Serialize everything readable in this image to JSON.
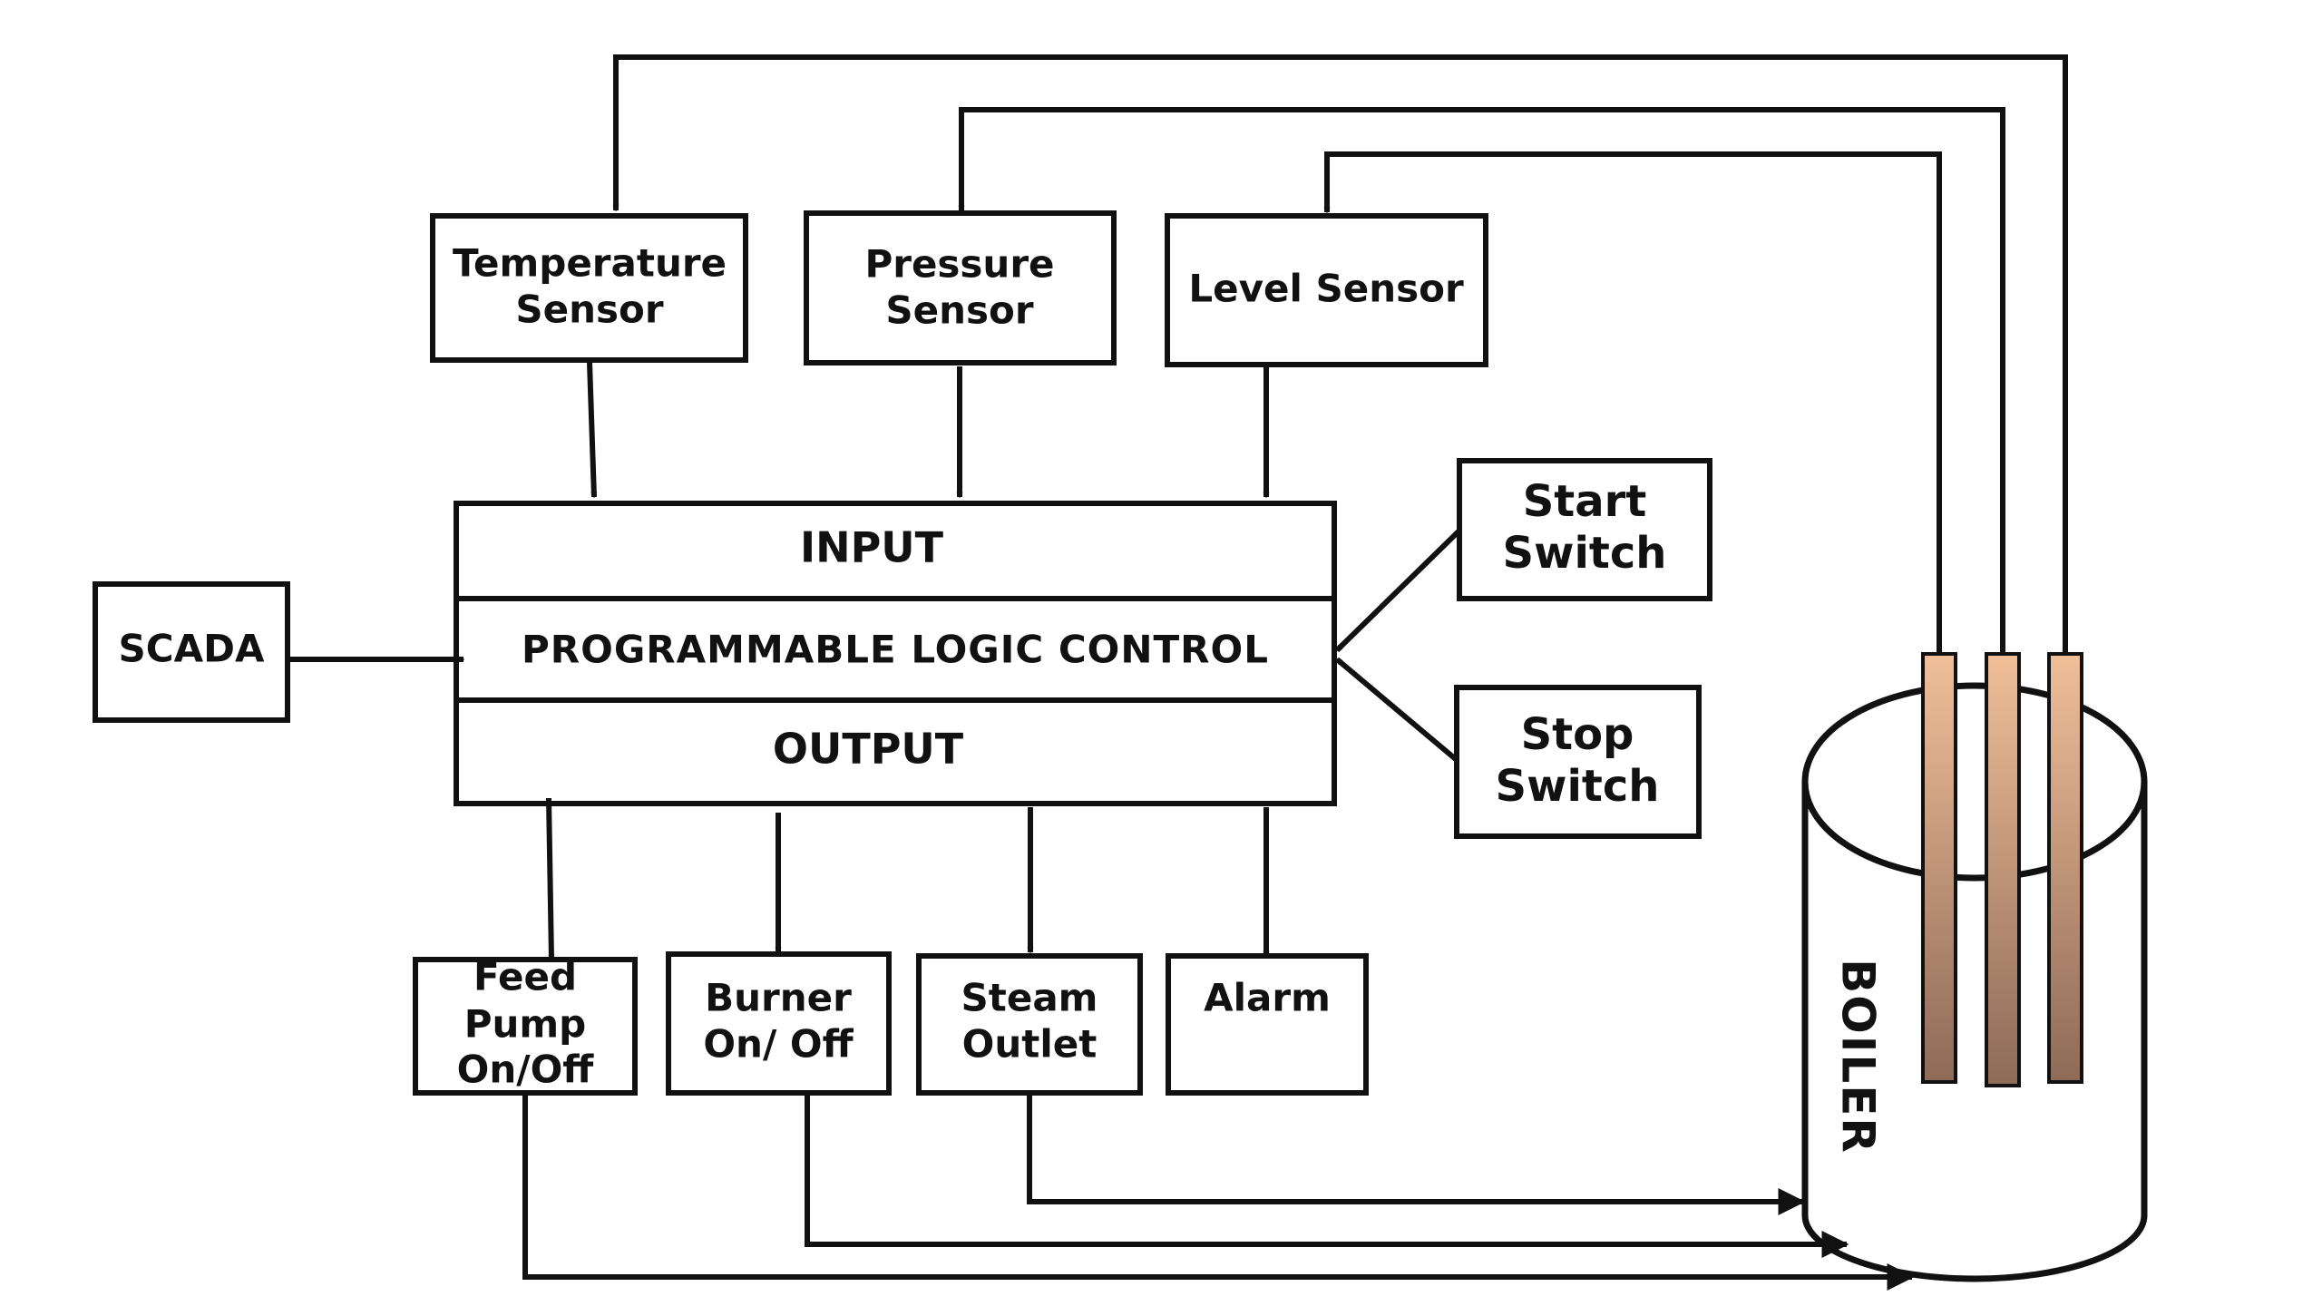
{
  "colors": {
    "line": "#111111",
    "background": "#ffffff",
    "probe_top": "#f0bf98",
    "probe_bottom": "#8e6a58"
  },
  "sensors": {
    "temperature": [
      "Temperature",
      "Sensor"
    ],
    "pressure": [
      "Pressure",
      "Sensor"
    ],
    "level": [
      "Level Sensor"
    ]
  },
  "plc": {
    "input": "INPUT",
    "title": "PROGRAMMABLE LOGIC CONTROL",
    "output": "OUTPUT"
  },
  "scada": "SCADA",
  "switches": {
    "start": [
      "Start",
      "Switch"
    ],
    "stop": [
      "Stop",
      "Switch"
    ]
  },
  "outputs": {
    "feed_pump": [
      "Feed",
      "Pump",
      "On/Off"
    ],
    "burner": [
      "Burner",
      "On/ Off"
    ],
    "steam_outlet": [
      "Steam",
      "Outlet"
    ],
    "alarm": [
      "Alarm"
    ]
  },
  "boiler": "BOILER"
}
